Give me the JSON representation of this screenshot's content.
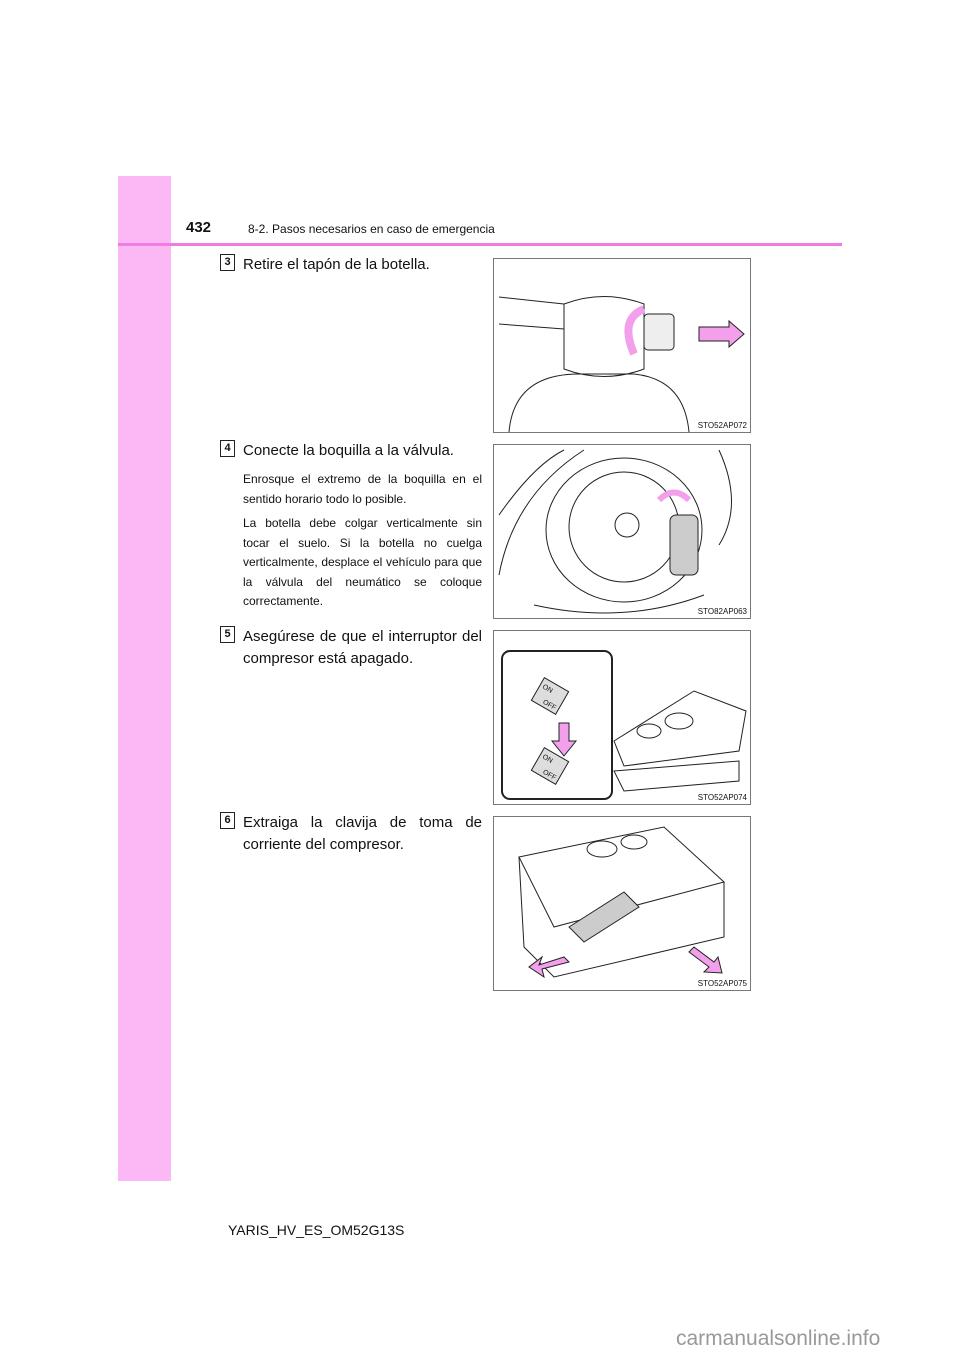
{
  "header": {
    "page_number": "432",
    "section": "8-2. Pasos necesarios en caso de emergencia"
  },
  "steps": [
    {
      "number": "3",
      "title": "Retire el tapón de la botella.",
      "paragraphs": [],
      "figure_code": "STO52AP072"
    },
    {
      "number": "4",
      "title": "Conecte la boquilla a la válvula.",
      "paragraphs": [
        "Enrosque el extremo de la boquilla en el sentido horario todo lo posible.",
        "La botella debe colgar verticalmente sin tocar el suelo. Si la botella no cuelga verticalmente, desplace el vehículo para que la válvula del neumático se coloque correctamente."
      ],
      "figure_code": "STO82AP063"
    },
    {
      "number": "5",
      "title": "Asegúrese de que el interruptor del compresor está apagado.",
      "paragraphs": [],
      "figure_code": "STO52AP074",
      "switch_labels": [
        "ON",
        "OFF"
      ]
    },
    {
      "number": "6",
      "title": "Extraiga la clavija de toma de corriente del compresor.",
      "paragraphs": [],
      "figure_code": "STO52AP075"
    }
  ],
  "footer": {
    "doc_code": "YARIS_HV_ES_OM52G13S"
  },
  "watermark": "carmanualsonline.info",
  "colors": {
    "sidebar": "#fcb8f4",
    "rule": "#f07ce0",
    "arrow": "#f2a0ec"
  }
}
